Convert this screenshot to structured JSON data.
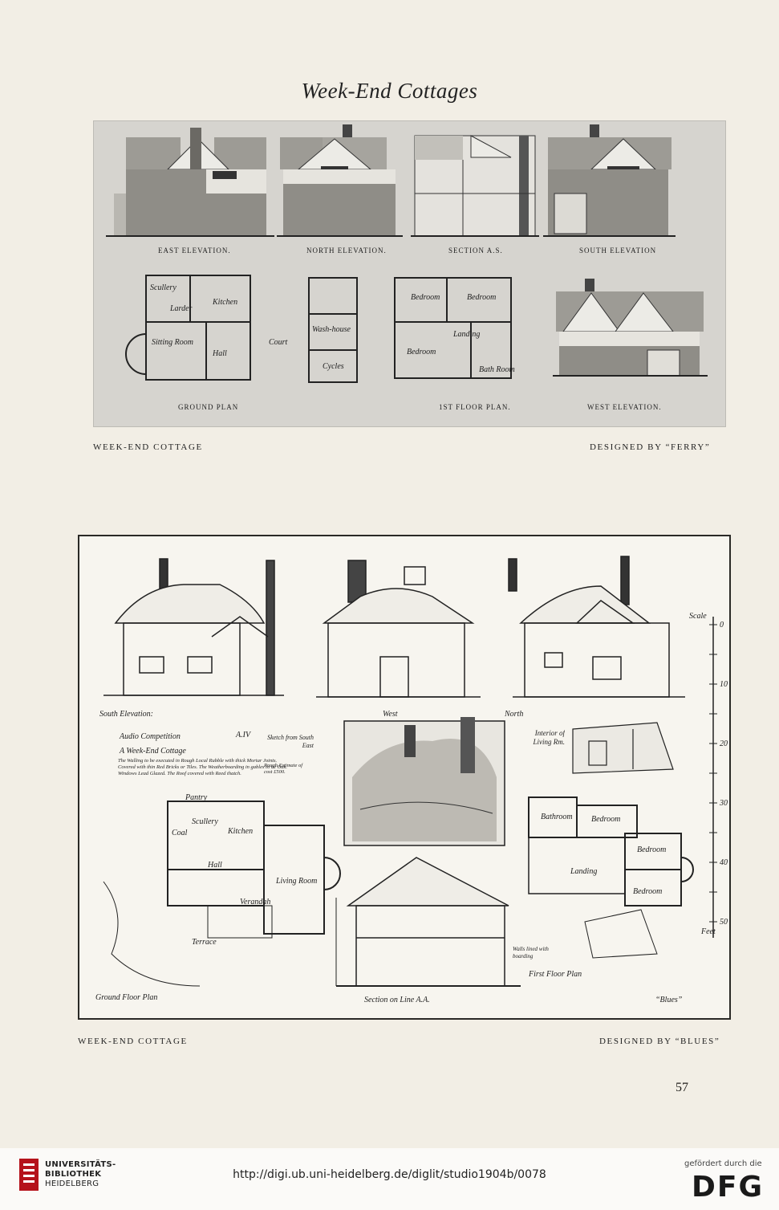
{
  "page": {
    "title": "Week-End Cottages",
    "page_number": "57"
  },
  "plate1": {
    "caption_left": "WEEK-END COTTAGE",
    "caption_right": "DESIGNED BY “FERRY”",
    "labels": {
      "east": "EAST ELEVATION.",
      "north": "NORTH ELEVATION.",
      "section": "SECTION A.S.",
      "south": "SOUTH ELEVATION",
      "ground": "GROUND PLAN",
      "first": "1ST FLOOR PLAN.",
      "west": "WEST ELEVATION."
    },
    "rooms": {
      "kitchen": "Kitchen",
      "sitting": "Sitting Room",
      "hall": "Hall",
      "scullery": "Scullery",
      "larder": "Larder",
      "bedroom1": "Bedroom",
      "bedroom2": "Bedroom",
      "bedroom3": "Bedroom",
      "landing": "Landing",
      "bath": "Bath Room",
      "cycles": "Cycles",
      "wash": "Wash-house",
      "court": "Court"
    }
  },
  "plate2": {
    "caption_left": "WEEK-END COTTAGE",
    "caption_right": "DESIGNED BY “BLUES”",
    "labels": {
      "south_elev": "South Elevation:",
      "west": "West",
      "north": "North",
      "comp1": "Audio Competition",
      "comp2": "A Week-End Cottage",
      "az": "A.IV",
      "sketch": "Sketch from South East",
      "interior": "Interior of Living Rm.",
      "estimate": "Rough Estimate of cost £500.",
      "spec": "The Walling to be executed in Rough Local Rubble with thick Mortar Joints. Covered with thin Red Bricks or Tiles. The Weatherboarding in gables to be Oak. Windows Lead Glazed. The Roof covered with Reed thatch.",
      "ground_plan": "Ground Floor Plan",
      "section": "Section on Line A.A.",
      "first_plan": "First Floor Plan",
      "signature": "“Blues”",
      "walls_note": "Walls lined with boarding",
      "scale": "Scale",
      "feet": "Feet",
      "kitchen": "Kitchen",
      "living": "Living Room",
      "hall": "Hall",
      "verandah": "Verandah",
      "terrace": "Terrace",
      "pantry": "Pantry",
      "scullery": "Scullery",
      "coal": "Coal",
      "bedroom_a": "Bedroom",
      "bedroom_b": "Bedroom",
      "bedroom_c": "Bedroom",
      "bathroom": "Bathroom",
      "landing": "Landing"
    },
    "scale_ticks": [
      "0",
      "5",
      "10",
      "15",
      "20",
      "25",
      "30",
      "35",
      "40",
      "45",
      "50"
    ]
  },
  "footer": {
    "library_line1": "UNIVERSITÄTS-",
    "library_line2": "BIBLIOTHEK",
    "library_line3": "HEIDELBERG",
    "url": "http://digi.ub.uni-heidelberg.de/diglit/studio1904b/0078",
    "funded": "gefördert durch die",
    "dfg": "DFG"
  },
  "colors": {
    "paper": "#f2eee5",
    "plate_gray": "#d6d4cf",
    "ink": "#1e1c19",
    "library_red": "#b5121b"
  }
}
